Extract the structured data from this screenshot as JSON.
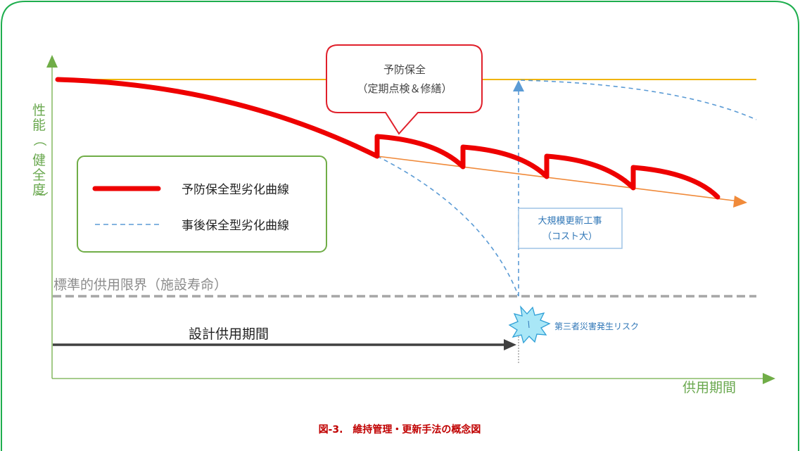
{
  "axes": {
    "y_label": "性能（健全度）",
    "y_label_chars": [
      "性",
      "能",
      "（",
      "健",
      "全",
      "度",
      "）"
    ],
    "x_label": "供用期間"
  },
  "callout_preventive": {
    "line1": "予防保全",
    "line2": "（定期点検＆修繕）"
  },
  "legend": {
    "preventive": "予防保全型劣化曲線",
    "corrective": "事後保全型劣化曲線"
  },
  "renewal_box": {
    "line1": "大規模更新工事",
    "line2": "（コスト大）"
  },
  "limit_label": "標準的供用限界（施設寿命）",
  "design_period_label": "設計供用期間",
  "risk_label": "第三者災害発生リスク",
  "caption": "図-3.　維持管理・更新手法の概念図",
  "colors": {
    "frame_border": "#1eae4e",
    "axis": "#70ad47",
    "top_line": "#f0b400",
    "preventive_curve": "#ee0000",
    "corrective_curve": "#5b9bd5",
    "trend_arrow": "#f08a3a",
    "limit_line": "#a6a6a6",
    "design_arrow": "#404040",
    "burst": "#a9e7f7"
  }
}
